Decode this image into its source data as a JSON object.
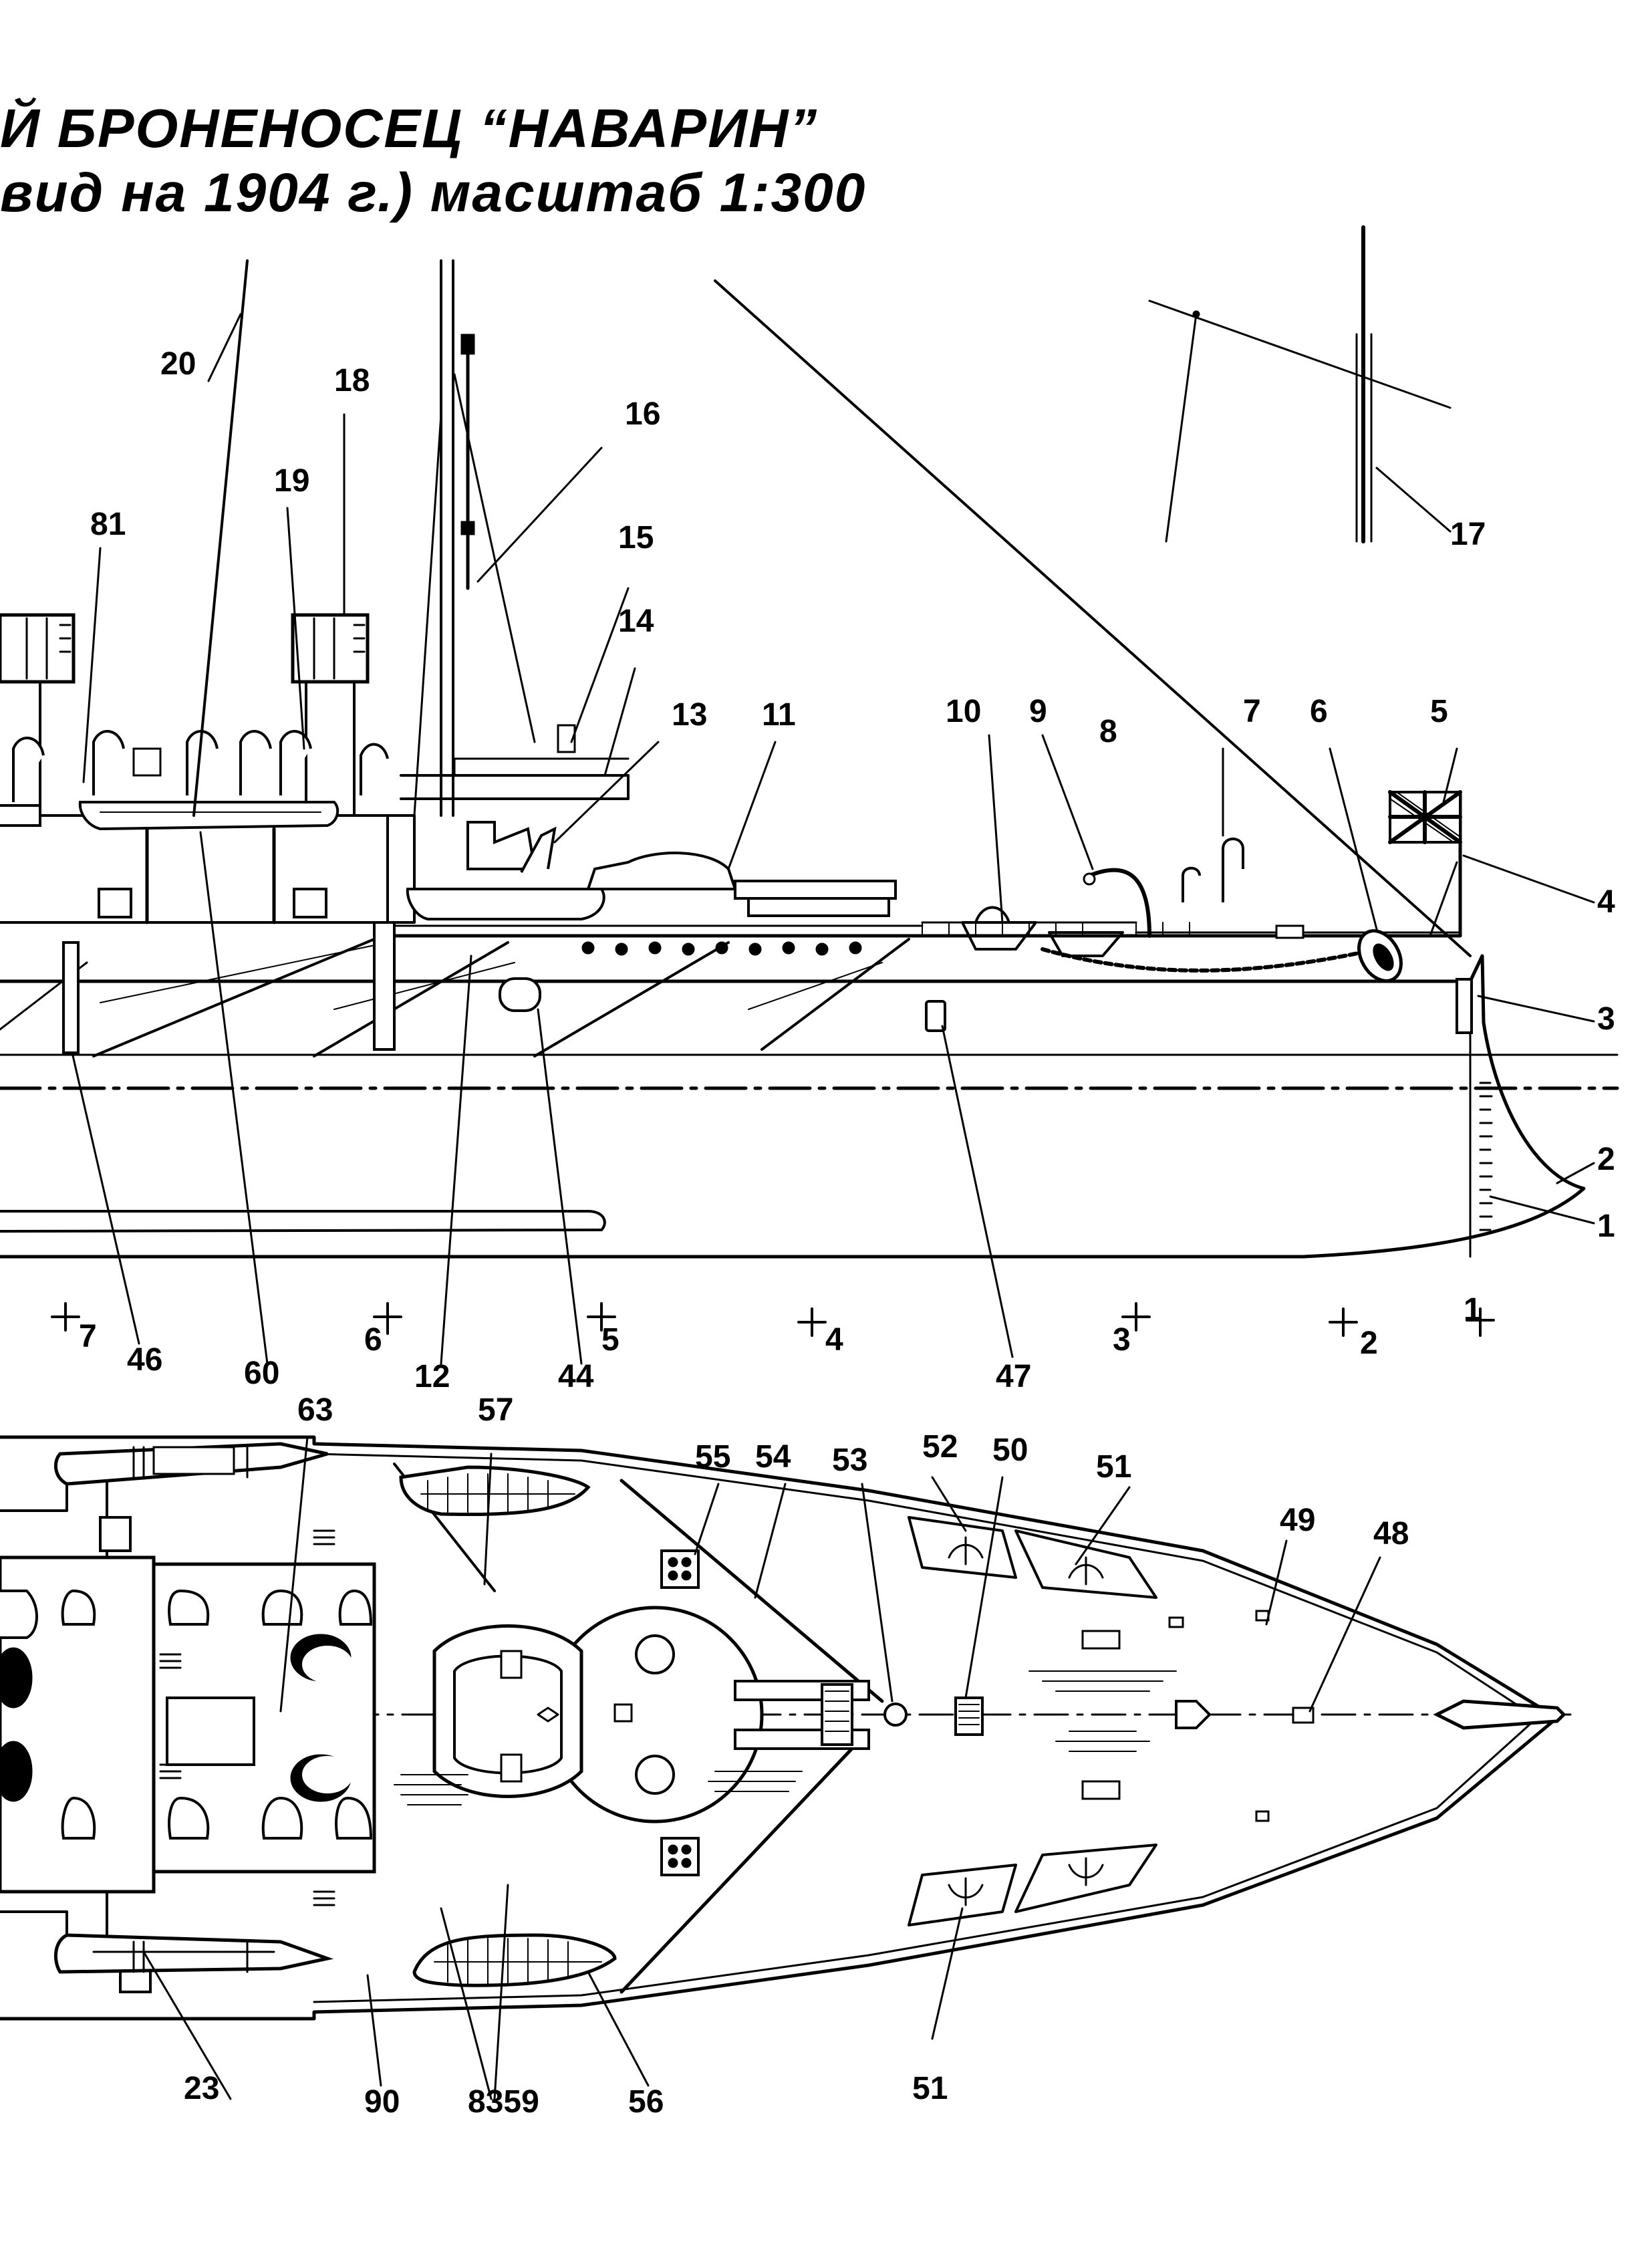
{
  "title": {
    "line1": "Й БРОНЕНОСЕЦ “НАВАРИН”",
    "line2": "вид на 1904 г.) масштаб 1:300"
  },
  "side_view_callouts": [
    "20",
    "18",
    "19",
    "16",
    "81",
    "15",
    "14",
    "13",
    "11",
    "10",
    "9",
    "8",
    "7",
    "6",
    "5",
    "4",
    "3",
    "2",
    "1",
    "17",
    "46",
    "60",
    "12",
    "44",
    "47"
  ],
  "station_marks": [
    "7",
    "6",
    "5",
    "4",
    "3",
    "2",
    "1"
  ],
  "plan_view_callouts": [
    "63",
    "57",
    "55",
    "54",
    "53",
    "52",
    "50",
    "51",
    "49",
    "48",
    "23",
    "90",
    "8359",
    "56",
    "51"
  ]
}
